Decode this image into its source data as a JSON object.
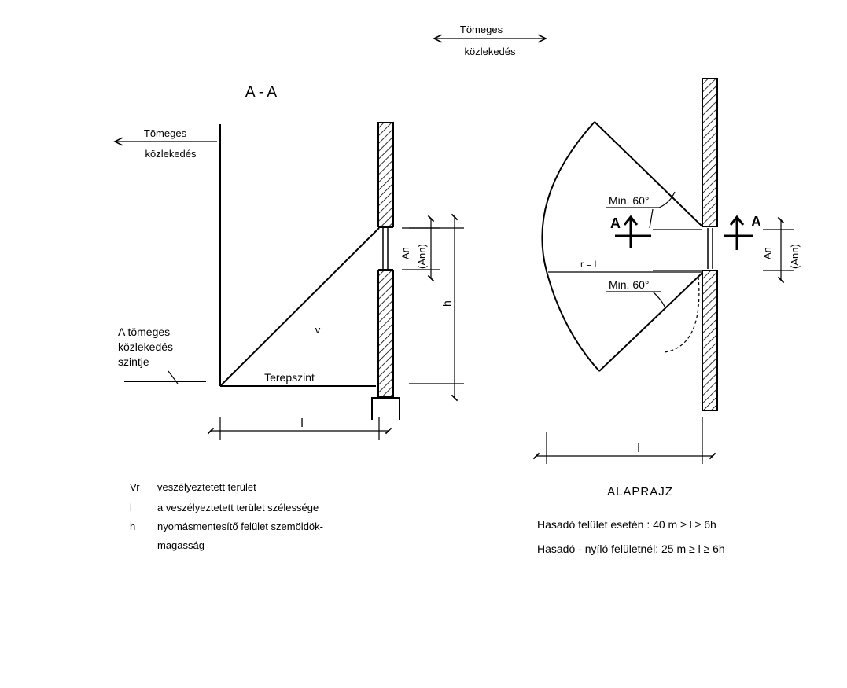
{
  "top_arrow": {
    "line1": "Tömeges",
    "line2": "közlekedés"
  },
  "section": {
    "title": "A - A",
    "traffic_label_1": "Tömeges",
    "traffic_label_2": "közlekedés",
    "level_label_1": "A tömeges",
    "level_label_2": "közlekedés",
    "level_label_3": "szintje",
    "ground_label": "Terepszint",
    "zone_label": "v",
    "width_label": "l",
    "height_label": "h",
    "area_label": "An",
    "area_label_alt": "(Ann)"
  },
  "plan": {
    "min_angle_top": "Min. 60°",
    "min_angle_bottom": "Min. 60°",
    "section_mark_left": "A",
    "section_mark_right": "A",
    "radius_label": "r = l",
    "width_label": "l",
    "area_label": "An",
    "area_label_alt": "(Ann)",
    "title": "ALAPRAJZ"
  },
  "legend": [
    {
      "symbol": "Vr",
      "text": "veszélyeztetett terület"
    },
    {
      "symbol": "l",
      "text": "a veszélyeztetett terület szélessége"
    },
    {
      "symbol": "h",
      "text": "nyomásmentesítő felület szemöldök-"
    },
    {
      "symbol": "",
      "text": "magasság"
    }
  ],
  "conditions": {
    "line1": "Hasadó felület esetén : 40 m ≥ l ≥ 6h",
    "line2": "Hasadó - nyíló felületnél: 25 m ≥ l ≥ 6h"
  }
}
